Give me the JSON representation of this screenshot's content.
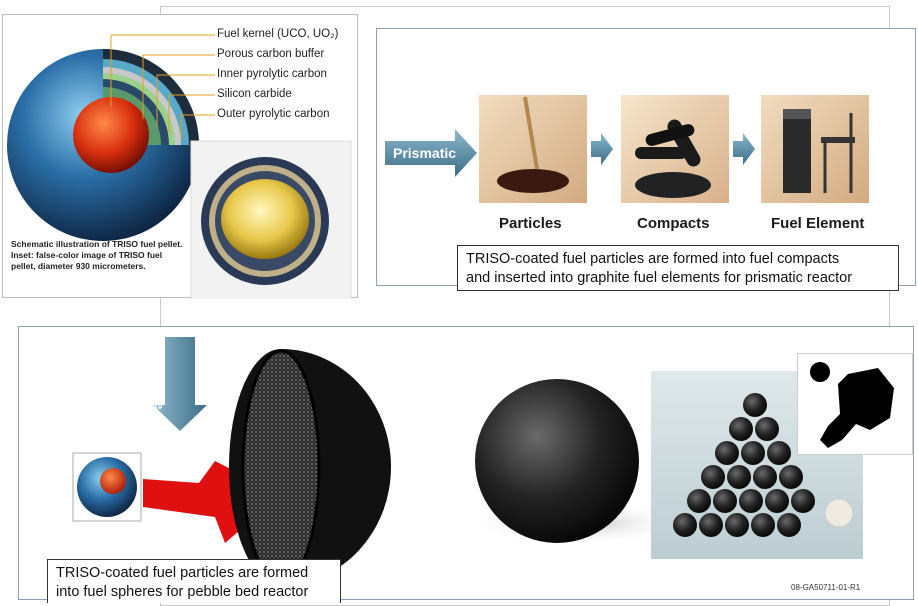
{
  "triso": {
    "layers": [
      "Fuel kernel (UCO, UO₂)",
      "Porous carbon buffer",
      "Inner pyrolytic carbon",
      "Silicon carbide",
      "Outer pyrolytic carbon"
    ],
    "caption_lines": [
      "Schematic illustration of TRISO fuel pellet.",
      "Inset: false-color image of TRISO fuel",
      "pellet, diameter 930 micrometers."
    ]
  },
  "prismatic": {
    "arrow_label": "Prismatic",
    "steps": [
      "Particles",
      "Compacts",
      "Fuel Element"
    ],
    "caption_lines": [
      "TRISO-coated fuel particles are formed into fuel compacts",
      "and inserted into graphite fuel elements for prismatic reactor"
    ]
  },
  "pebble": {
    "arrow_label": "Pebble",
    "caption_lines": [
      "TRISO-coated fuel particles are formed",
      "into fuel spheres for pebble bed reactor"
    ],
    "figure_id": "08-GA50711-01-R1"
  },
  "colors": {
    "arrow_blue": "#5e90a8",
    "red_arrow": "#e01010",
    "panel_border": "#8da0b4"
  }
}
